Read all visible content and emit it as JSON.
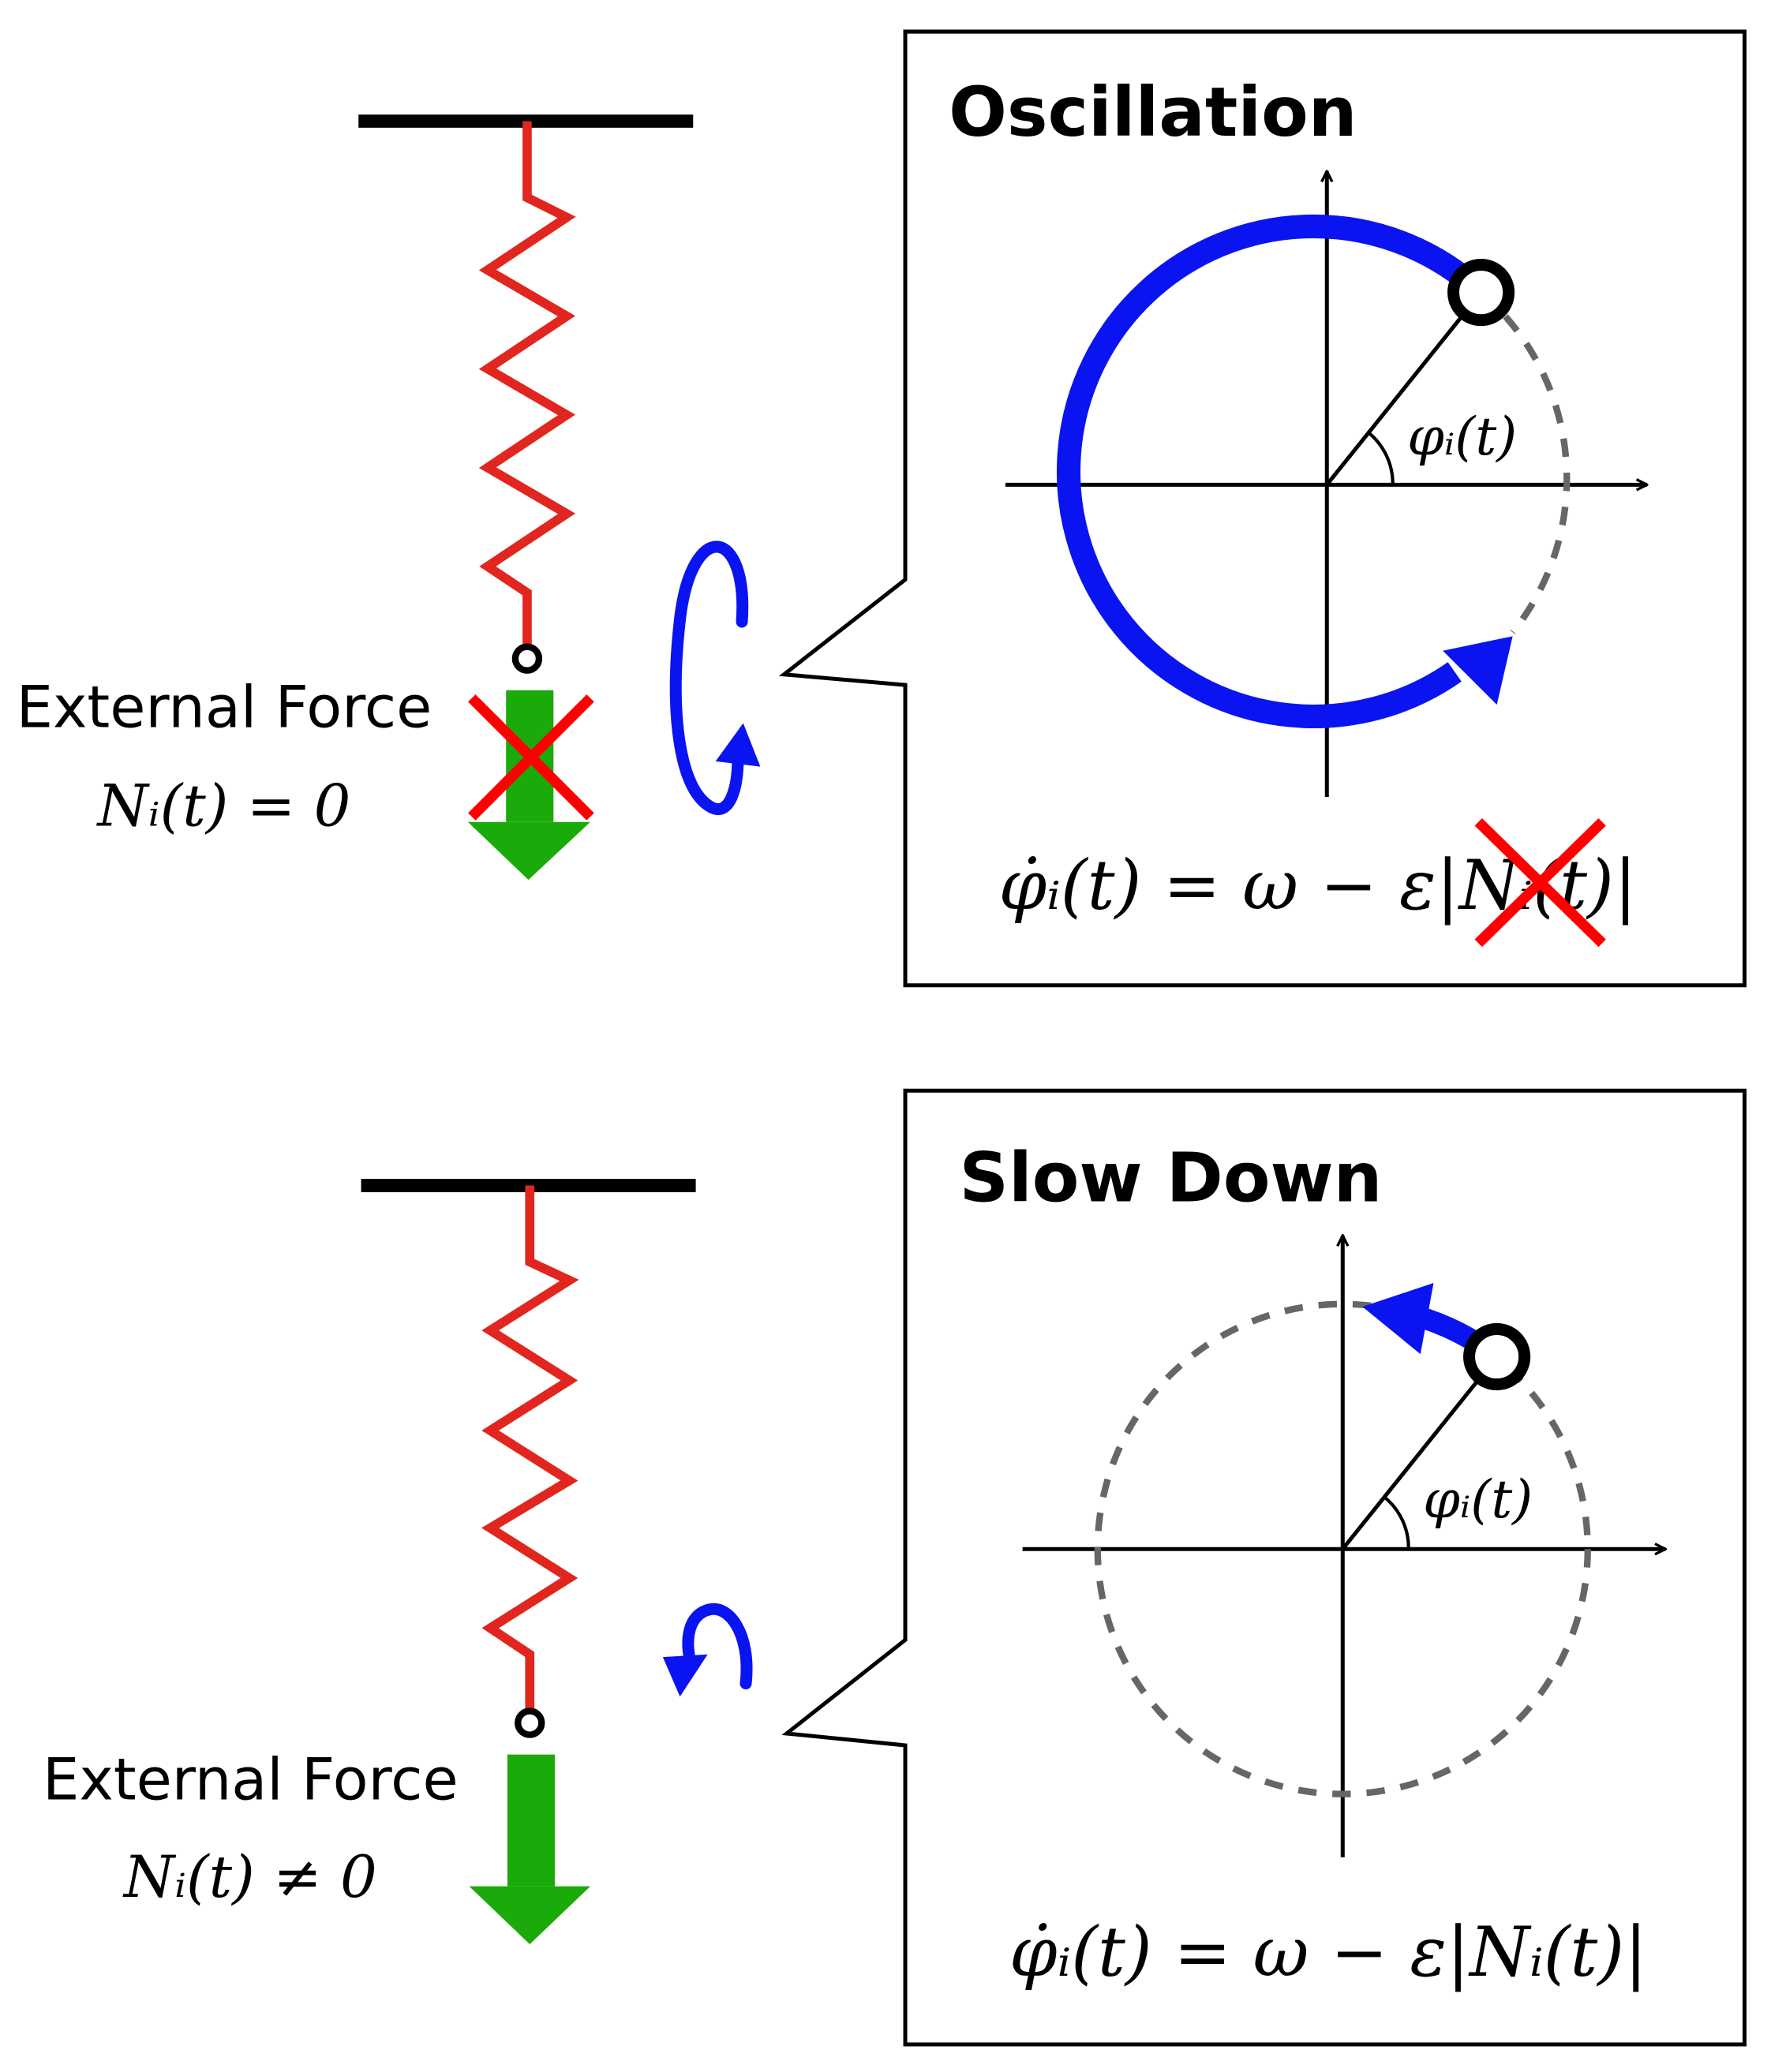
{
  "top_panel": {
    "force_label": "External Force",
    "force_condition": "Nᵢ(t) = 0",
    "box_title": "Oscillation",
    "angle_label": "φᵢ(t)",
    "equation": "φ̇ᵢ(t) = ω − ε|Nᵢ(t)|"
  },
  "bottom_panel": {
    "force_label": "External Force",
    "force_condition": "Nᵢ(t) ≠ 0",
    "box_title": "Slow Down",
    "angle_label": "φᵢ(t)",
    "equation": "φ̇ᵢ(t) = ω − ε|Nᵢ(t)|"
  },
  "colors": {
    "spring": "#e0261e",
    "force_arrow": "#1aab0a",
    "rotation": "#0a14f0",
    "cross": "#ff0000",
    "dashed_circle": "#666666",
    "ink": "#000000"
  }
}
